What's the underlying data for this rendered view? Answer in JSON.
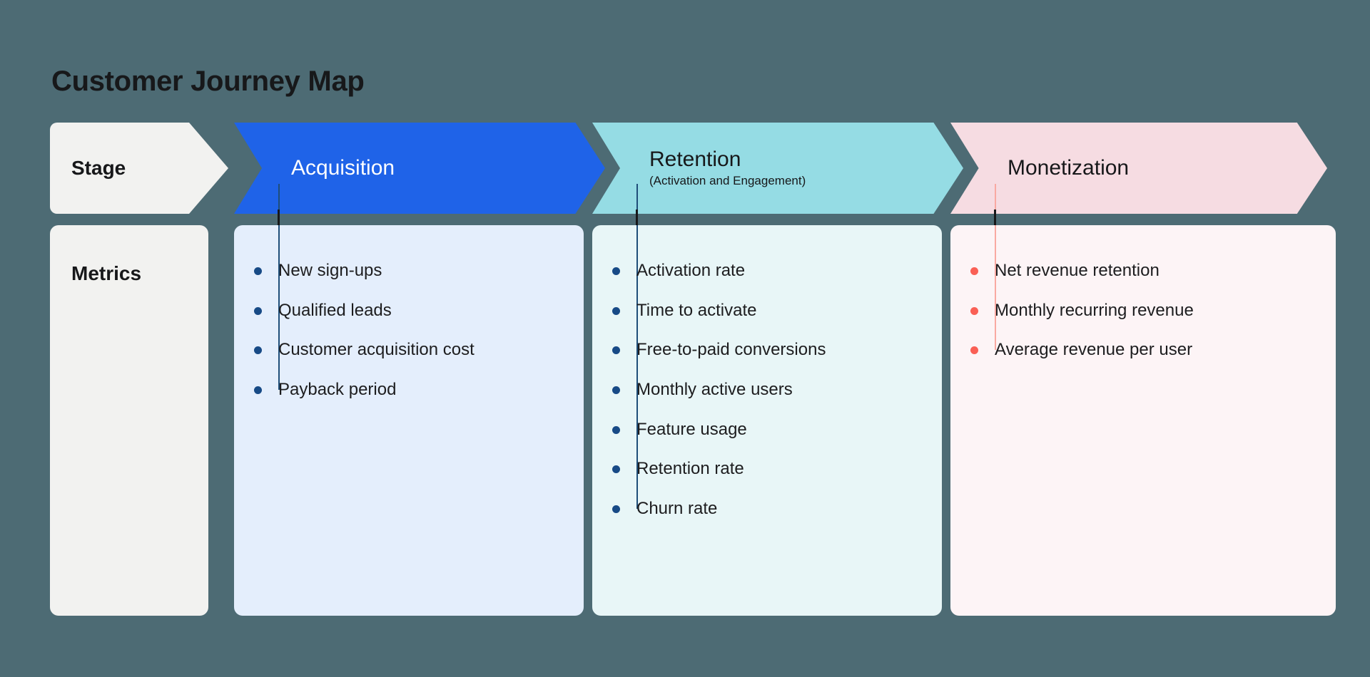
{
  "title": "Customer Journey Map",
  "rows": {
    "stage_label": "Stage",
    "metrics_label": "Metrics"
  },
  "colors": {
    "background": "#4d6b74",
    "acquisition": "#1f63e8",
    "retention": "#95dce4",
    "monetization": "#f6dce2",
    "acquisition_card": "#e4eefc",
    "retention_card": "#e8f6f7",
    "monetization_card": "#fdf4f6",
    "label_cell": "#f2f2f0",
    "bullet_blue": "#174a86",
    "bullet_coral": "#fa5f55"
  },
  "stages": [
    {
      "name": "Acquisition",
      "subtitle": "",
      "metrics": [
        "New sign-ups",
        "Qualified leads",
        "Customer acquisition cost",
        "Payback period"
      ]
    },
    {
      "name": "Retention",
      "subtitle": "(Activation and Engagement)",
      "metrics": [
        "Activation rate",
        "Time to activate",
        "Free-to-paid conversions",
        "Monthly active users",
        "Feature usage",
        "Retention rate",
        "Churn rate"
      ]
    },
    {
      "name": "Monetization",
      "subtitle": "",
      "metrics": [
        "Net revenue retention",
        "Monthly recurring revenue",
        "Average revenue per user"
      ]
    }
  ]
}
